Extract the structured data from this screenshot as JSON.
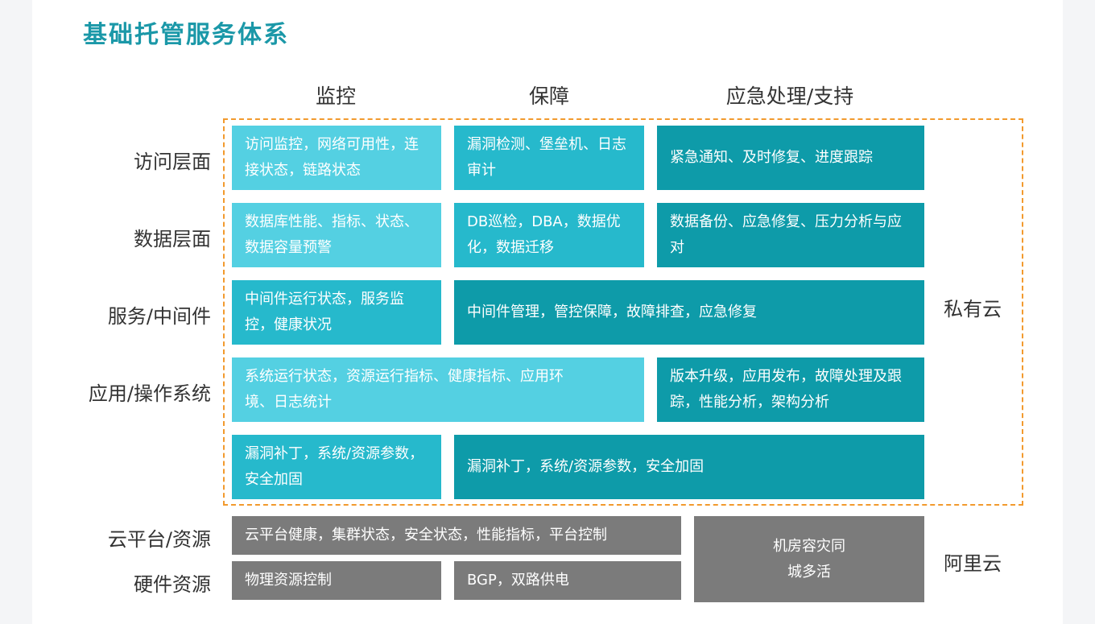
{
  "title": "基础托管服务体系",
  "columns": [
    "监控",
    "保障",
    "应急处理/支持"
  ],
  "rows": [
    "访问层面",
    "数据层面",
    "服务/中间件",
    "应用/操作系统",
    "云平台/资源",
    "硬件资源"
  ],
  "side_labels": {
    "private": "私有云",
    "aliyun": "阿里云"
  },
  "cells": {
    "access_monitor": "访问监控，网络可用性，连接状态，链路状态",
    "access_guard": "漏洞检测、堡垒机、日志审计",
    "access_emergency": "紧急通知、及时修复、进度跟踪",
    "data_monitor": "数据库性能、指标、状态、数据容量预警",
    "data_guard": "DB巡检，DBA，数据优化，数据迁移",
    "data_emergency": "数据备份、应急修复、压力分析与应对",
    "mw_monitor": "中间件运行状态，服务监控，健康状况",
    "mw_guard": "中间件管理，管控保障，故障排查，应急修复",
    "app_monitor": "系统运行状态，资源运行指标、健康指标、应用环境、日志统计",
    "app_emergency": "版本升级，应用发布，故障处理及跟踪，性能分析，架构分析",
    "patch_monitor": "漏洞补丁，系统/资源参数，安全加固",
    "patch_guard": "漏洞补丁，系统/资源参数，安全加固",
    "cloud_monitor": "云平台健康，集群状态，安全状态，性能指标，平台控制",
    "hw_monitor": "物理资源控制",
    "hw_guard": "BGP，双路供电",
    "dr": "机房容灾同城多活"
  },
  "colors": {
    "title": "#1b98a8",
    "monitor": "#54d0e2",
    "guard": "#26b9cc",
    "emergency": "#0e9ba9",
    "gray": "#7b7b7b",
    "dash": "#f29a2e"
  }
}
